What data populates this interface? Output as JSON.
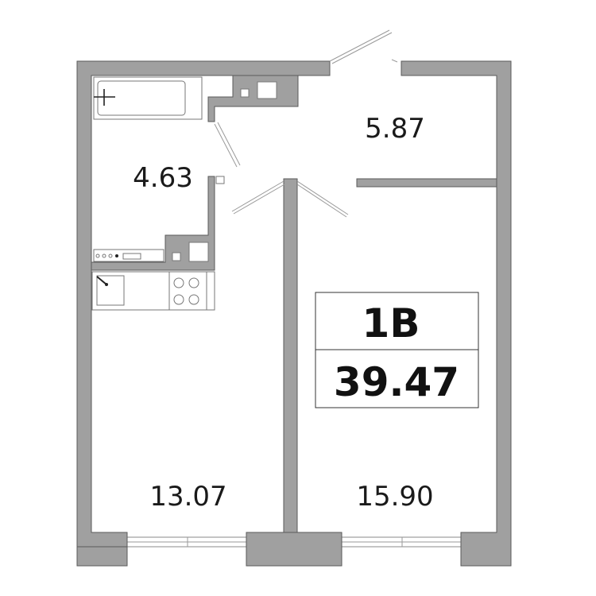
{
  "plan": {
    "apartment_type": "1В",
    "total_area": "39.47",
    "rooms": [
      {
        "id": "bathroom",
        "area": "4.63"
      },
      {
        "id": "hallway",
        "area": "5.87"
      },
      {
        "id": "kitchen",
        "area": "13.07"
      },
      {
        "id": "bedroom",
        "area": "15.90"
      }
    ]
  }
}
